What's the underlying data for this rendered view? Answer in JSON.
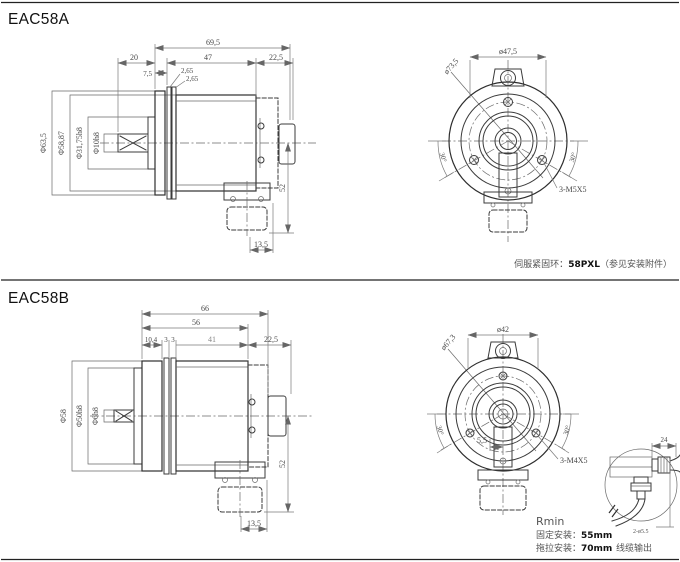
{
  "page": {
    "section_a": {
      "title": "EAC58A",
      "side": {
        "dim_shaft_len": "20",
        "dim_overall": "69,5",
        "dim_body": "47",
        "dim_rear": "22,5",
        "dim_flange_th": "7,5",
        "dim_plate1": "2,65",
        "dim_plate2": "2,65",
        "dia_flange": "Φ63,5",
        "dia_body": "Φ58,87",
        "dia_pilot": "Φ31,75h8",
        "dia_shaft": "Φ10h8",
        "dim_height": "52",
        "dim_foot": "13,5"
      },
      "front": {
        "dia_bolt_circle": "ø47,5",
        "dia_outer": "ø73,5",
        "angle_left": "30°",
        "angle_right": "30°",
        "screws": "3-M5X5"
      },
      "note": {
        "label": "伺服紧固环：",
        "value": "58PXL",
        "suffix": "（参见安装附件）"
      }
    },
    "section_b": {
      "title": "EAC58B",
      "side": {
        "dim_overall": "66",
        "dim_mid": "56",
        "dim_seg1": "10,4",
        "dim_seg2": "3",
        "dim_seg3": "3",
        "dim_seg4": "41",
        "dim_rear": "22,5",
        "dia_flange": "Φ58",
        "dia_pilot": "Φ50h8",
        "dia_shaft": "Φ6h8",
        "dim_height": "52",
        "dim_foot": "13,5"
      },
      "front": {
        "dia_bolt_circle": "ø42",
        "dia_outer": "ø67,3",
        "angle_left": "30°",
        "angle_right": "30°",
        "dim_key": "5,5",
        "screws": "3-M4X5"
      },
      "rmin": {
        "title": "Rmin",
        "fixed_label": "固定安装：",
        "fixed_value": "55mm",
        "drag_label": "拖拉安装：",
        "drag_value": "70mm"
      },
      "detail": {
        "dim_width": "24",
        "cable_dia": "2-ø5.5",
        "cable_label": "线缆输出"
      }
    }
  }
}
